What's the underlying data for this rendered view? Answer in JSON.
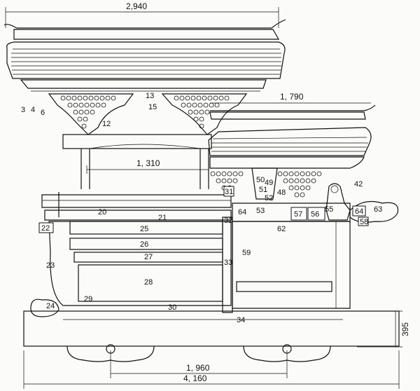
{
  "dimensions": {
    "top_width": "2,940",
    "upper_right_width": "1, 790",
    "mid_width": "1, 310",
    "height_right": "395",
    "base_inner": "1, 960",
    "base_total": "4, 160"
  },
  "part_labels": {
    "p3": "3",
    "p4": "4",
    "p6": "6",
    "p12": "12",
    "p13": "13",
    "p15": "15",
    "p20": "20",
    "p21": "21",
    "p22": "22",
    "p23": "23",
    "p24": "24",
    "p25": "25",
    "p26": "26",
    "p27": "27",
    "p28": "28",
    "p29": "29",
    "p30": "30",
    "p31": "31",
    "p32": "32",
    "p33": "33",
    "p34": "34",
    "p42": "42",
    "p48": "48",
    "p49": "49",
    "p50": "50",
    "p51": "51",
    "p52": "52",
    "p53": "53",
    "p55": "55",
    "p56": "56",
    "p57": "57",
    "p58": "58",
    "p59": "59",
    "p62": "62",
    "p63": "63",
    "p64a": "64",
    "p64b": "64"
  },
  "colors": {
    "ink": "#111111",
    "paper": "#fbfbf9"
  }
}
